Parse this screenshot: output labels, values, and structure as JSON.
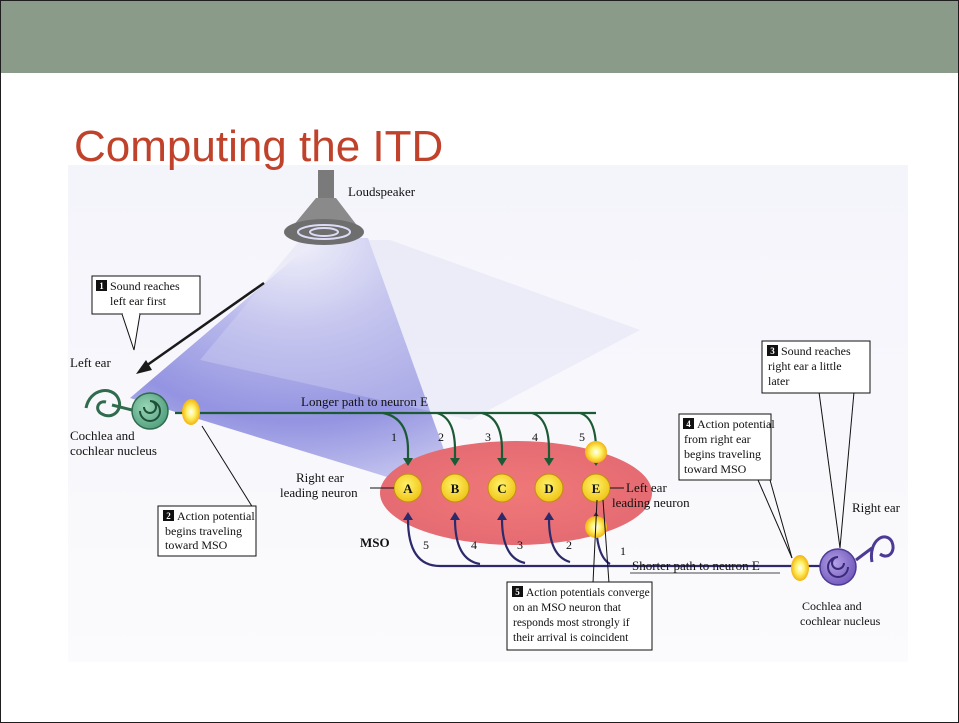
{
  "slide": {
    "title": "Computing the ITD",
    "colors": {
      "title": "#c0422b",
      "topbar": "#8a9b89",
      "mso": "#e96d6d",
      "neuron": "#f6e21a"
    }
  },
  "figure": {
    "loudspeaker": "Loudspeaker",
    "left_ear": "Left ear",
    "right_ear": "Right ear",
    "cochlea_left": [
      "Cochlea and",
      "cochlear nucleus"
    ],
    "cochlea_right": [
      "Cochlea and",
      "cochlear nucleus"
    ],
    "longer_path": "Longer path to neuron E",
    "shorter_path": "Shorter path to neuron E",
    "mso": "MSO",
    "right_leading": [
      "Right ear",
      "leading neuron"
    ],
    "left_leading": [
      "Left ear",
      "leading neuron"
    ],
    "neurons": [
      "A",
      "B",
      "C",
      "D",
      "E"
    ],
    "top_branch_numbers": [
      "1",
      "2",
      "3",
      "4",
      "5"
    ],
    "bottom_branch_numbers": [
      "5",
      "4",
      "3",
      "2",
      "1"
    ],
    "callouts": [
      {
        "num": "1",
        "lines": [
          "Sound reaches",
          "left ear first"
        ]
      },
      {
        "num": "2",
        "lines": [
          "Action potential",
          "begins traveling",
          "toward MSO"
        ]
      },
      {
        "num": "3",
        "lines": [
          "Sound reaches",
          "right ear a little",
          "later"
        ]
      },
      {
        "num": "4",
        "lines": [
          "Action potential",
          "from right ear",
          "begins traveling",
          "toward MSO"
        ]
      },
      {
        "num": "5",
        "lines": [
          "Action potentials converge",
          "on an MSO neuron that",
          "responds most strongly if",
          "their arrival is coincident"
        ]
      }
    ]
  }
}
